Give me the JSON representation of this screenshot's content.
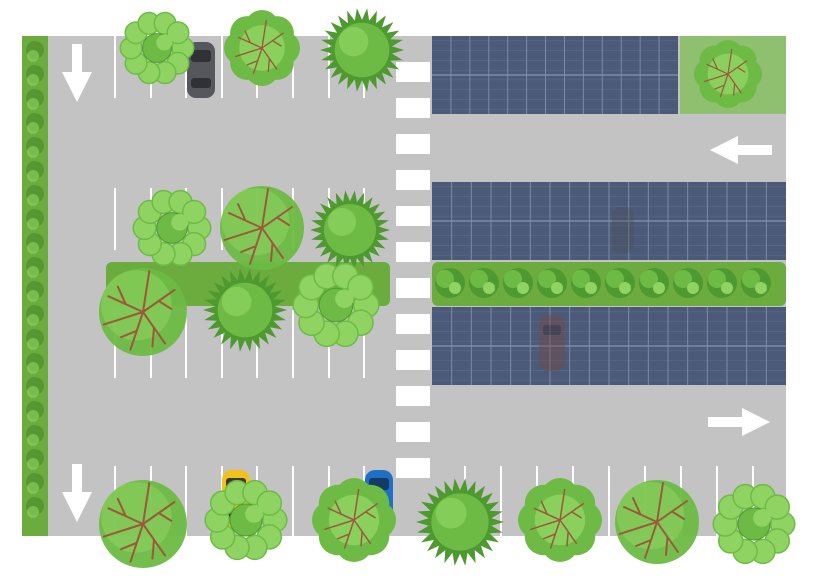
{
  "plan": {
    "colors": {
      "asphalt": "#c3c3c3",
      "stripe": "#ffffff",
      "hedge": "#6cac3e",
      "hedge_dark": "#4f8f2c",
      "lawn": "#8fc070",
      "solar_panel": "#4a5a78",
      "solar_grid": "#7d8aa6",
      "tree_light": "#8fd462",
      "tree_mid": "#6dbb45",
      "tree_dark": "#4e9a30",
      "branch": "#9a5a3a"
    },
    "arrows": [
      {
        "name": "arrow-down-top-left",
        "direction": "down"
      },
      {
        "name": "arrow-down-bottom-left",
        "direction": "down"
      },
      {
        "name": "arrow-left-right-lane",
        "direction": "left"
      },
      {
        "name": "arrow-right-right-lane",
        "direction": "right"
      }
    ],
    "solar_arrays": [
      {
        "name": "solar-canopy-top",
        "cols": 13,
        "rows": 2
      },
      {
        "name": "solar-canopy-upper-middle",
        "cols": 18,
        "rows": 2
      },
      {
        "name": "solar-canopy-lower-middle",
        "cols": 18,
        "rows": 2
      }
    ],
    "vehicles": [
      {
        "name": "car-dark-gray",
        "color": "#55575c"
      },
      {
        "name": "car-yellow",
        "color": "#f2c21a"
      },
      {
        "name": "car-blue",
        "color": "#1f6fc4"
      },
      {
        "name": "car-under-canopy-dark",
        "color": "#4c4f55"
      },
      {
        "name": "car-under-canopy-red",
        "color": "#7a4a44"
      }
    ],
    "tree_types": [
      "bushy-tree",
      "branched-tree",
      "spiky-tree",
      "shrub-cluster"
    ]
  }
}
